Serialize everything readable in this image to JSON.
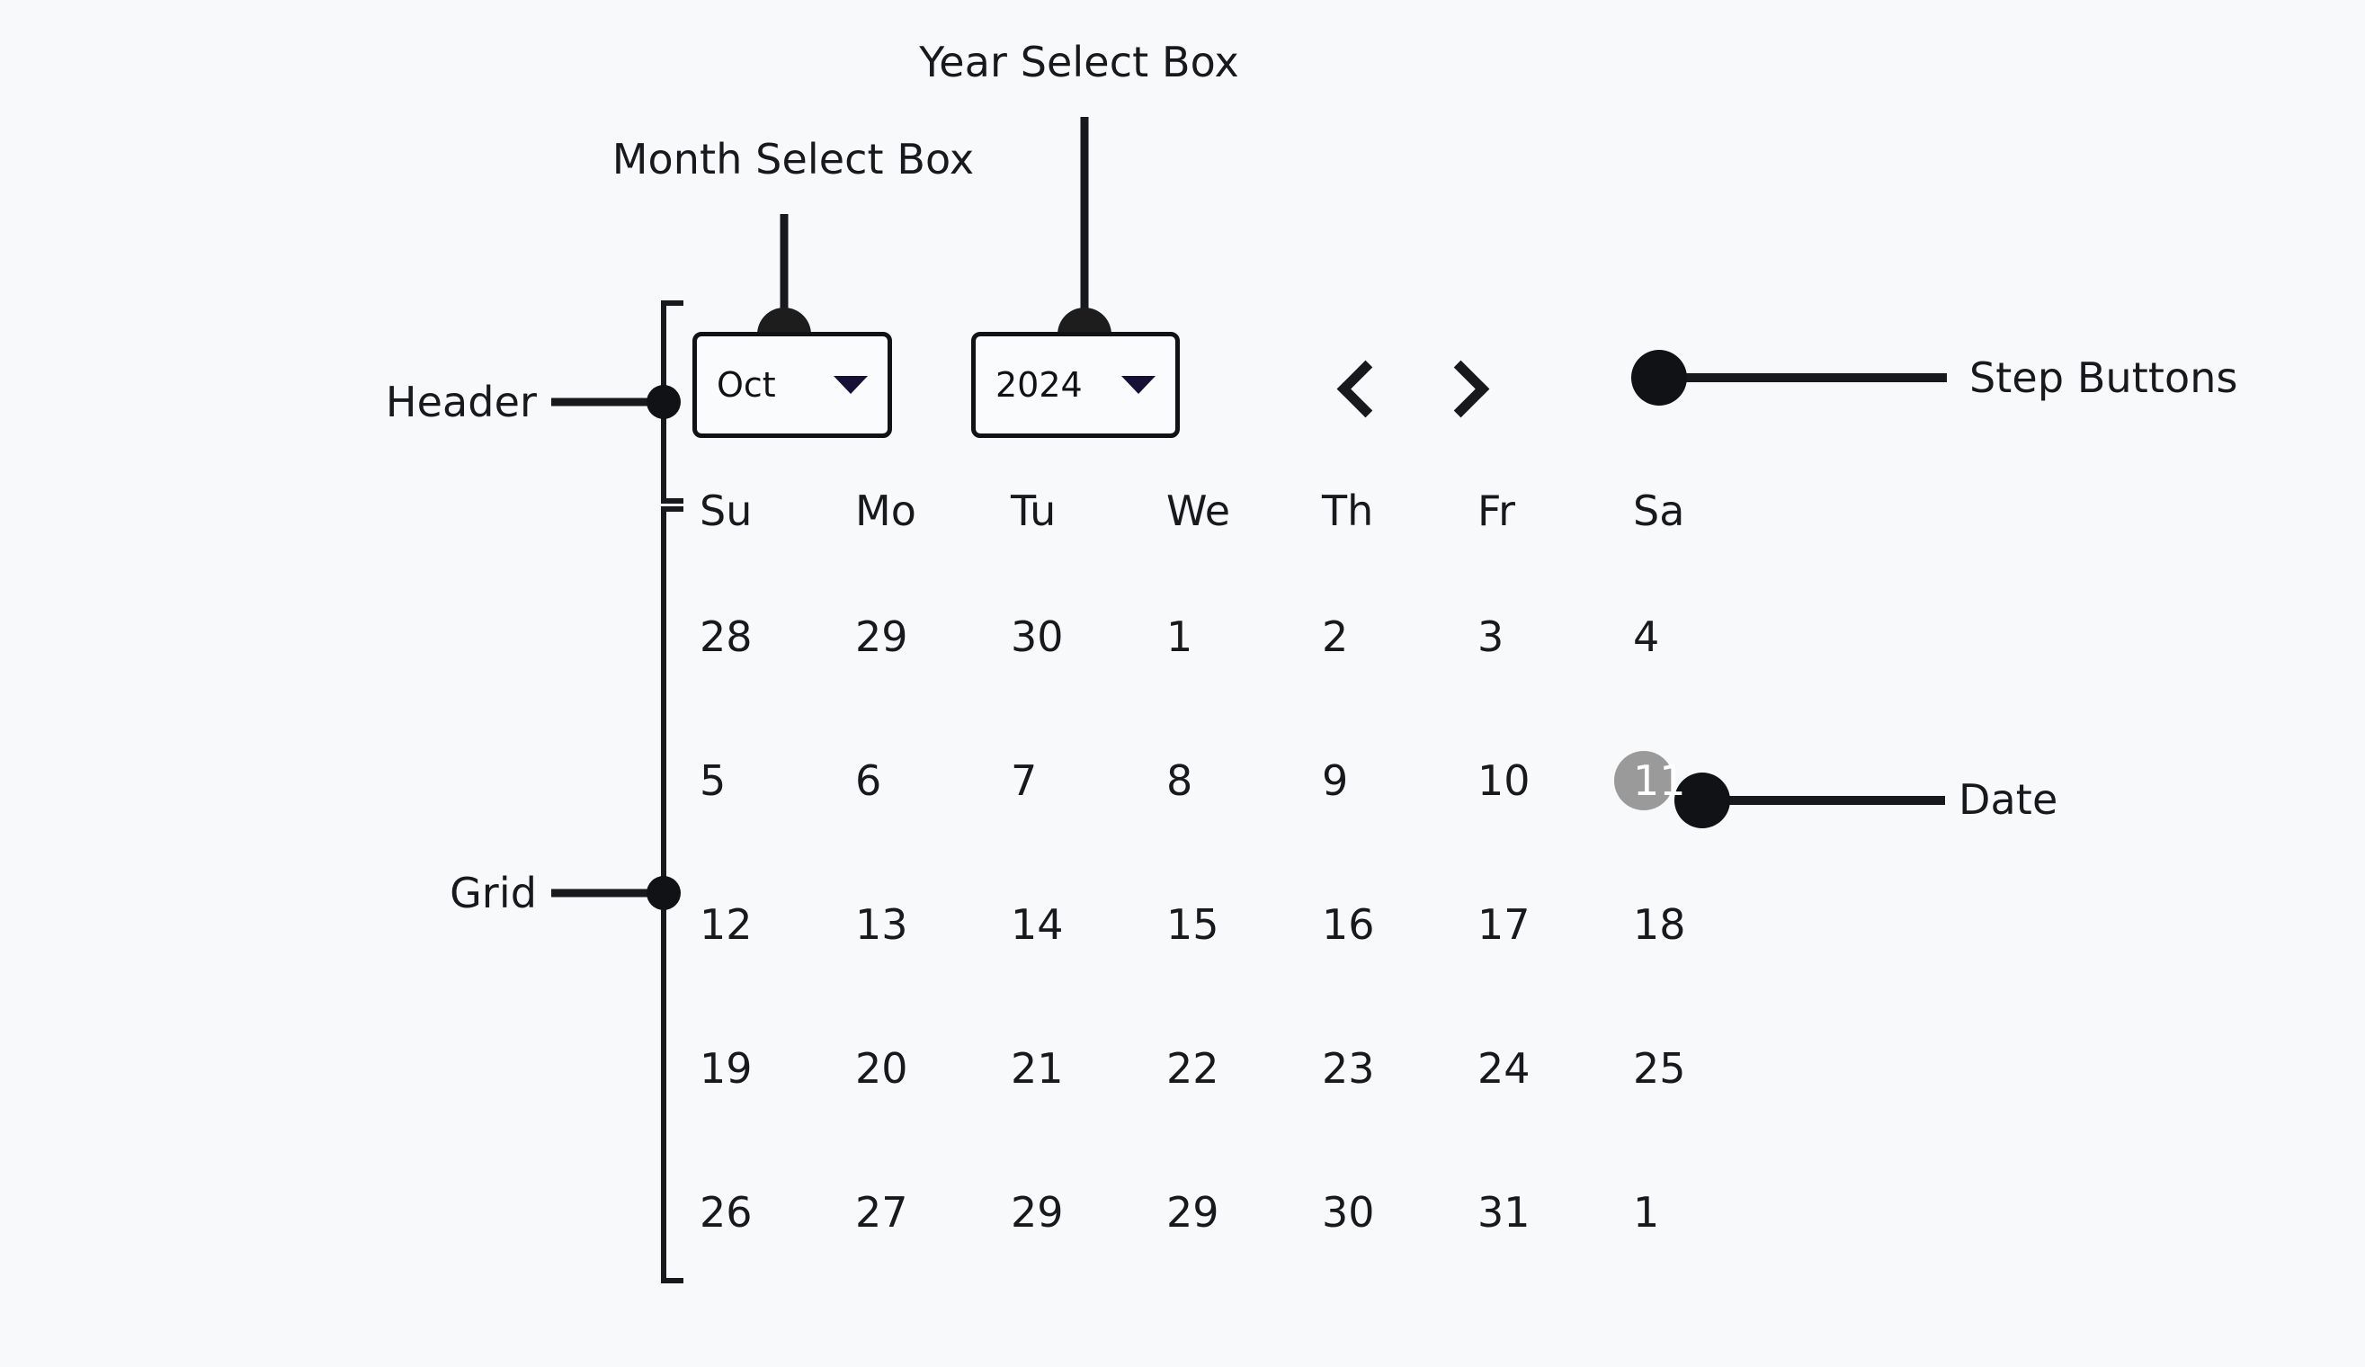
{
  "canvas": {
    "background": "#f7f9fb",
    "ink": "#17191c",
    "accent_caret": "#161037",
    "selected_bg": "#9a9a9a",
    "selected_fg": "#ffffff"
  },
  "annotations": [
    {
      "id": "month-select-box",
      "label": "Month Select Box"
    },
    {
      "id": "year-select-box",
      "label": "Year Select Box"
    },
    {
      "id": "header",
      "label": "Header"
    },
    {
      "id": "step-buttons",
      "label": "Step Buttons"
    },
    {
      "id": "date",
      "label": "Date"
    },
    {
      "id": "grid",
      "label": "Grid"
    }
  ],
  "calendar": {
    "header": {
      "month_select": {
        "value": "Oct",
        "caret_icon": "chevron-down-icon"
      },
      "year_select": {
        "value": "2024",
        "caret_icon": "chevron-down-icon"
      },
      "step_buttons": {
        "previous_icon": "chevron-left-icon",
        "next_icon": "chevron-right-icon"
      }
    },
    "grid": {
      "weekdays": [
        "Su",
        "Mo",
        "Tu",
        "We",
        "Th",
        "Fr",
        "Sa"
      ],
      "weeks": [
        [
          "28",
          "29",
          "30",
          "1",
          "2",
          "3",
          "4"
        ],
        [
          "5",
          "6",
          "7",
          "8",
          "9",
          "10",
          "11"
        ],
        [
          "12",
          "13",
          "14",
          "15",
          "16",
          "17",
          "18"
        ],
        [
          "19",
          "20",
          "21",
          "22",
          "23",
          "24",
          "25"
        ],
        [
          "26",
          "27",
          "29",
          "29",
          "30",
          "31",
          "1"
        ]
      ],
      "selected": {
        "week": 1,
        "day": 6,
        "value": "11"
      }
    }
  }
}
